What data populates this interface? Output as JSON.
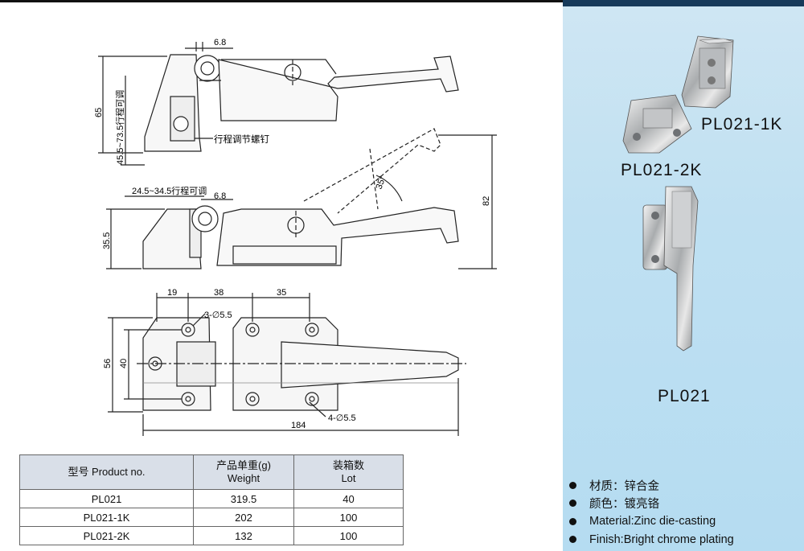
{
  "labels": {
    "pl021_1k": "PL021-1K",
    "pl021_2k": "PL021-2K",
    "pl021": "PL021"
  },
  "dims": {
    "top_6_8": "6.8",
    "top_65": "65",
    "top_travel": "45.5~73.5行程可调",
    "adjust_screw": "行程调节螺钉",
    "mid_travel": "24.5~34.5行程可调",
    "mid_6_8": "6.8",
    "mid_35_5": "35.5",
    "angle_35": "35°",
    "height_82": "82",
    "bot_19": "19",
    "bot_38": "38",
    "bot_35": "35",
    "bot_3holes": "3-∅5.5",
    "bot_56": "56",
    "bot_40": "40",
    "bot_4holes": "4-∅5.5",
    "bot_184": "184"
  },
  "table": {
    "headers": [
      {
        "cn": "型号 Product no.",
        "en": ""
      },
      {
        "cn": "产品单重(g)",
        "en": "Weight"
      },
      {
        "cn": "装箱数",
        "en": "Lot"
      }
    ],
    "rows": [
      [
        "PL021",
        "319.5",
        "40"
      ],
      [
        "PL021-1K",
        "202",
        "100"
      ],
      [
        "PL021-2K",
        "132",
        "100"
      ]
    ]
  },
  "specs": [
    "材质：锌合金",
    "颜色：镀亮铬",
    "Material:Zinc die-casting",
    "Finish:Bright chrome plating"
  ]
}
